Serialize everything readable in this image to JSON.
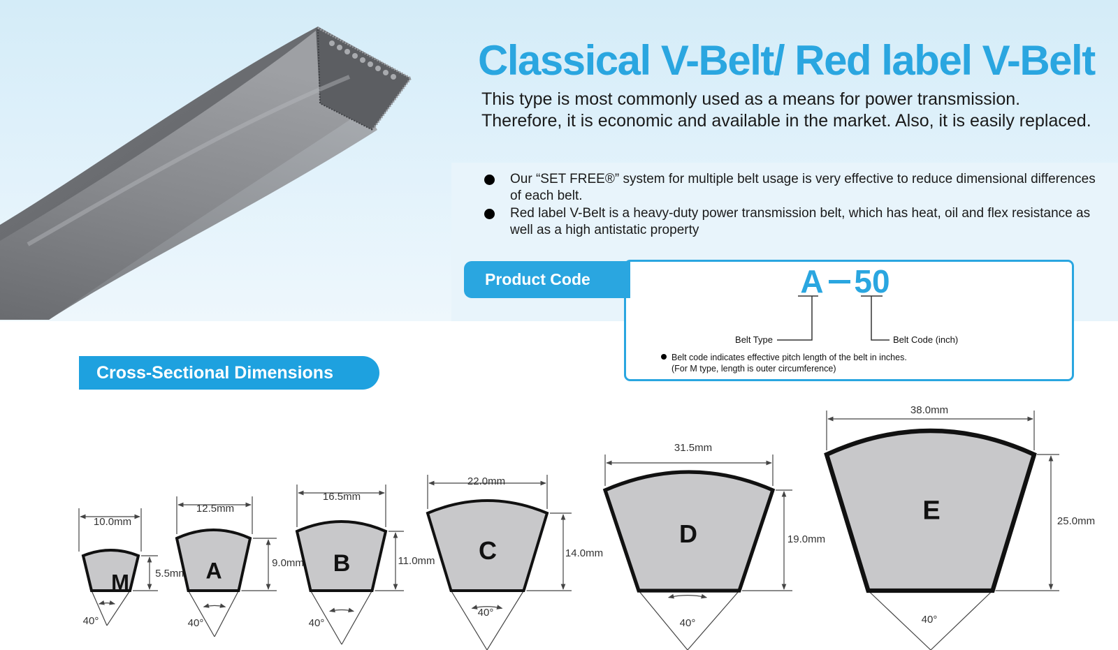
{
  "hero": {
    "title": "Classical V-Belt/ Red label V-Belt",
    "intro": "This type is most commonly used as a means for power transmission. Therefore, it is economic and available in the market. Also, it is easily replaced."
  },
  "features": [
    {
      "text": "Our “SET FREE®” system for multiple belt usage is very effective to reduce dimensional differences of each belt."
    },
    {
      "text": "Red label V-Belt is a heavy-duty power transmission belt, which has heat, oil and flex resistance as well as a high antistatic property"
    }
  ],
  "product_code": {
    "tab_label": "Product Code",
    "code_type": "A",
    "code_dash": "—",
    "code_number": "50",
    "belt_type_label": "Belt Type",
    "belt_code_label": "Belt Code (inch)",
    "note_line1": "Belt code indicates effective pitch length of the belt in inches.",
    "note_line2": "(For M type, length is outer circumference)"
  },
  "cross_section": {
    "tab_label": "Cross-Sectional Dimensions",
    "belts": [
      {
        "type": "M",
        "width": "10.0mm",
        "height": "5.5mm",
        "angle": "40°"
      },
      {
        "type": "A",
        "width": "12.5mm",
        "height": "9.0mm",
        "angle": "40°"
      },
      {
        "type": "B",
        "width": "16.5mm",
        "height": "11.0mm",
        "angle": "40°"
      },
      {
        "type": "C",
        "width": "22.0mm",
        "height": "14.0mm",
        "angle": "40°"
      },
      {
        "type": "D",
        "width": "31.5mm",
        "height": "19.0mm",
        "angle": "40°"
      },
      {
        "type": "E",
        "width": "38.0mm",
        "height": "25.0mm",
        "angle": "40°"
      }
    ]
  },
  "colors": {
    "accent": "#2aa6e0",
    "belt_fill": "#c8c8ca",
    "belt_outline": "#111111",
    "hero_bg": "#d8eef9"
  }
}
